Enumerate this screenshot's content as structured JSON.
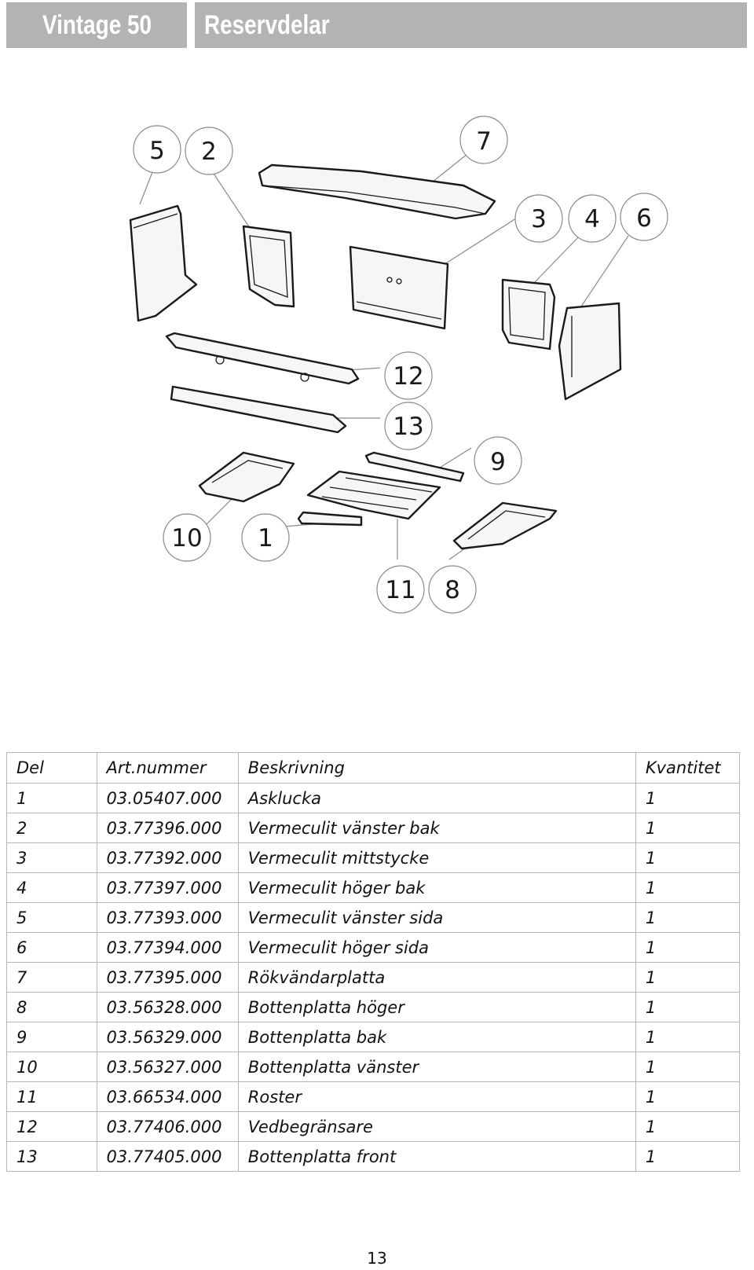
{
  "header": {
    "model": "Vintage 50",
    "section": "Reservdelar"
  },
  "diagram": {
    "callouts": [
      "5",
      "2",
      "7",
      "3",
      "4",
      "6",
      "12",
      "13",
      "9",
      "10",
      "1",
      "11",
      "8"
    ]
  },
  "table": {
    "headers": {
      "del": "Del",
      "art": "Art.nummer",
      "desc": "Beskrivning",
      "qty": "Kvantitet"
    },
    "rows": [
      {
        "del": "1",
        "art": "03.05407.000",
        "desc": "Asklucka",
        "qty": "1"
      },
      {
        "del": "2",
        "art": "03.77396.000",
        "desc": "Vermeculit vänster bak",
        "qty": "1"
      },
      {
        "del": "3",
        "art": "03.77392.000",
        "desc": "Vermeculit mittstycke",
        "qty": "1"
      },
      {
        "del": "4",
        "art": "03.77397.000",
        "desc": "Vermeculit höger bak",
        "qty": "1"
      },
      {
        "del": "5",
        "art": "03.77393.000",
        "desc": "Vermeculit vänster sida",
        "qty": "1"
      },
      {
        "del": "6",
        "art": "03.77394.000",
        "desc": "Vermeculit höger sida",
        "qty": "1"
      },
      {
        "del": "7",
        "art": "03.77395.000",
        "desc": "Rökvändarplatta",
        "qty": "1"
      },
      {
        "del": "8",
        "art": "03.56328.000",
        "desc": "Bottenplatta höger",
        "qty": "1"
      },
      {
        "del": "9",
        "art": "03.56329.000",
        "desc": "Bottenplatta bak",
        "qty": "1"
      },
      {
        "del": "10",
        "art": "03.56327.000",
        "desc": "Bottenplatta vänster",
        "qty": "1"
      },
      {
        "del": "11",
        "art": "03.66534.000",
        "desc": "Roster",
        "qty": "1"
      },
      {
        "del": "12",
        "art": "03.77406.000",
        "desc": "Vedbegränsare",
        "qty": "1"
      },
      {
        "del": "13",
        "art": "03.77405.000",
        "desc": "Bottenplatta front",
        "qty": "1"
      }
    ]
  },
  "page_number": "13"
}
